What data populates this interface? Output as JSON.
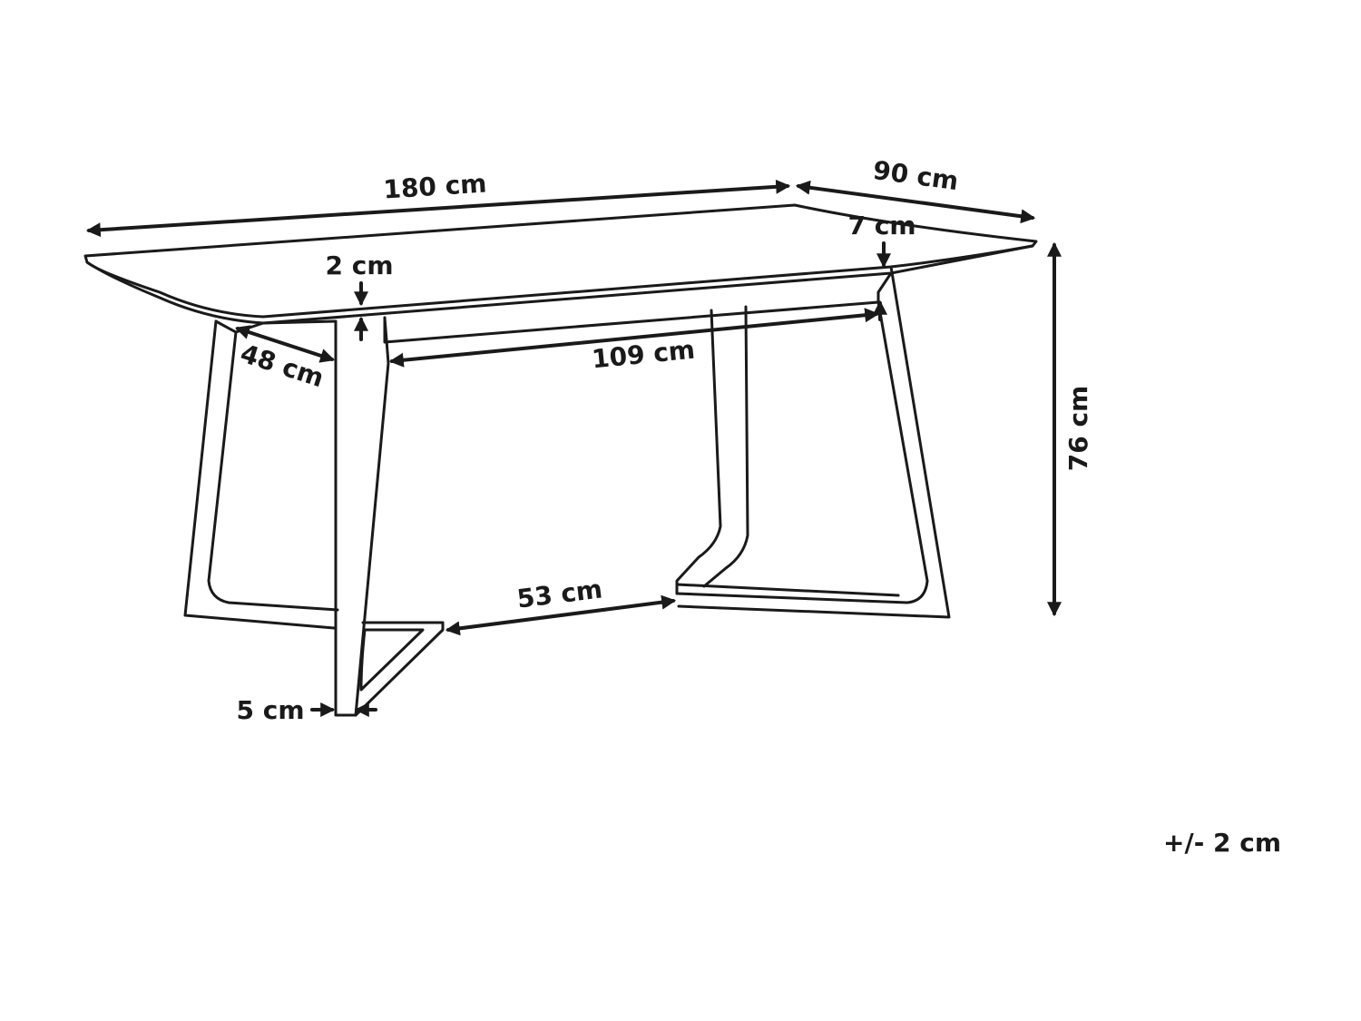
{
  "dimensions": {
    "length": "180 cm",
    "width": "90 cm",
    "inset": "7 cm",
    "top_thickness": "2 cm",
    "leg_span": "109 cm",
    "leg_depth": "48 cm",
    "height": "76 cm",
    "base_gap": "53 cm",
    "leg_width": "5 cm"
  },
  "tolerance": "+/- 2 cm",
  "colors": {
    "line": "#1a1a1a",
    "background": "#ffffff"
  }
}
